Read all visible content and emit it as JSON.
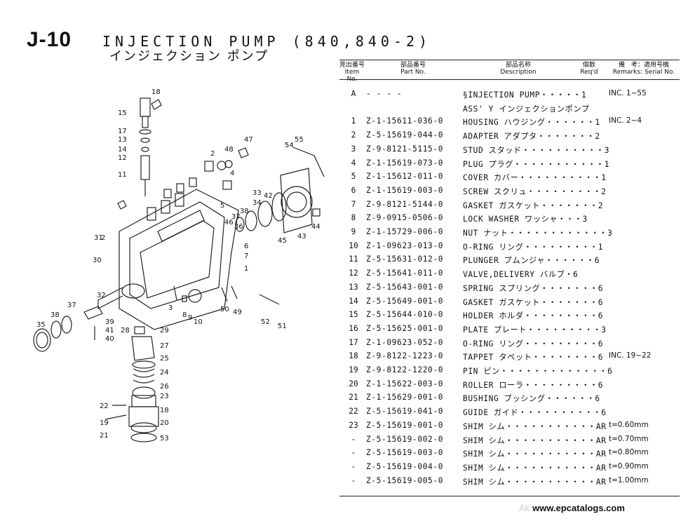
{
  "header": {
    "code": "J-10",
    "title_en": "INJECTION PUMP (840,840-2)",
    "title_jp": "インジェクション ポンプ"
  },
  "table_header": {
    "item_jp": "見出番号",
    "item_en": "Item No.",
    "part_jp": "部品番号",
    "part_en": "Part No.",
    "desc_jp": "部品名称",
    "desc_en": "Description",
    "qty_jp": "個数",
    "qty_en": "Req'd",
    "rem_jp": "備　考：適用号機",
    "rem_en": "Remarks: Serial No."
  },
  "rows": [
    {
      "item": "A",
      "part": "- - - -",
      "desc": "§INJECTION PUMP・・・・・1",
      "remark": "INC. 1~55"
    },
    {
      "item": "",
      "part": "",
      "desc": "ASS' Y インジェクションポンプ",
      "remark": ""
    },
    {
      "item": "1",
      "part": "Z-1-15611-036-0",
      "desc": "HOUSING ハウジング・・・・・・1",
      "remark": "INC. 2~4"
    },
    {
      "item": "2",
      "part": "Z-5-15619-044-0",
      "desc": "ADAPTER アダプタ・・・・・・・2",
      "remark": ""
    },
    {
      "item": "3",
      "part": "Z-9-8121-5115-0",
      "desc": "STUD スタッド・・・・・・・・・・3",
      "remark": ""
    },
    {
      "item": "4",
      "part": "Z-1-15619-073-0",
      "desc": "PLUG プラグ・・・・・・・・・・・1",
      "remark": ""
    },
    {
      "item": "5",
      "part": "Z-1-15612-011-0",
      "desc": "COVER カバー・・・・・・・・・・1",
      "remark": ""
    },
    {
      "item": "6",
      "part": "Z-1-15619-003-0",
      "desc": "SCREW スクリュ・・・・・・・・・2",
      "remark": ""
    },
    {
      "item": "7",
      "part": "Z-9-8121-5144-0",
      "desc": "GASKET ガスケット・・・・・・・2",
      "remark": ""
    },
    {
      "item": "8",
      "part": "Z-9-0915-0506-0",
      "desc": "LOCK WASHER ワッシャ・・・3",
      "remark": ""
    },
    {
      "item": "9",
      "part": "Z-1-15729-006-0",
      "desc": "NUT ナット・・・・・・・・・・・・3",
      "remark": ""
    },
    {
      "item": "10",
      "part": "Z-1-09623-013-0",
      "desc": "O-RING リング・・・・・・・・・1",
      "remark": ""
    },
    {
      "item": "11",
      "part": "Z-5-15631-012-0",
      "desc": "PLUNGER プムンジャ・・・・・・6",
      "remark": ""
    },
    {
      "item": "12",
      "part": "Z-5-15641-011-0",
      "desc": "VALVE,DELIVERY バルブ・6",
      "remark": ""
    },
    {
      "item": "13",
      "part": "Z-5-15643-001-0",
      "desc": "SPRING スプリング・・・・・・・6",
      "remark": ""
    },
    {
      "item": "14",
      "part": "Z-5-15649-001-0",
      "desc": "GASKET ガスケット・・・・・・・6",
      "remark": ""
    },
    {
      "item": "15",
      "part": "Z-5-15644-010-0",
      "desc": "HOLDER ホルダ・・・・・・・・・6",
      "remark": ""
    },
    {
      "item": "16",
      "part": "Z-5-15625-001-0",
      "desc": "PLATE プレート・・・・・・・・・3",
      "remark": ""
    },
    {
      "item": "17",
      "part": "Z-1-09623-052-0",
      "desc": "O-RING リング・・・・・・・・・6",
      "remark": ""
    },
    {
      "item": "18",
      "part": "Z-9-8122-1223-0",
      "desc": "TAPPET タペット・・・・・・・・6",
      "remark": "INC. 19~22"
    },
    {
      "item": "19",
      "part": "Z-9-8122-1220-0",
      "desc": "PIN ピン・・・・・・・・・・・・・6",
      "remark": ""
    },
    {
      "item": "20",
      "part": "Z-1-15622-003-0",
      "desc": "ROLLER ローラ・・・・・・・・・6",
      "remark": ""
    },
    {
      "item": "21",
      "part": "Z-1-15629-001-0",
      "desc": "BUSHING ブッシング・・・・・・6",
      "remark": ""
    },
    {
      "item": "22",
      "part": "Z-5-15619-041-0",
      "desc": "GUIDE ガイド・・・・・・・・・・6",
      "remark": ""
    },
    {
      "item": "23",
      "part": "Z-5-15619-001-0",
      "desc": "SHIM シム・・・・・・・・・・・AR",
      "remark": "t=0.60mm"
    },
    {
      "item": "-",
      "part": "Z-5-15619-002-0",
      "desc": "SHIM シム・・・・・・・・・・・AR",
      "remark": "t=0.70mm"
    },
    {
      "item": "-",
      "part": "Z-5-15619-003-0",
      "desc": "SHIM シム・・・・・・・・・・・AR",
      "remark": "t=0.80mm"
    },
    {
      "item": "-",
      "part": "Z-5-15619-004-0",
      "desc": "SHIM シム・・・・・・・・・・・AR",
      "remark": "t=0.90mm"
    },
    {
      "item": "-",
      "part": "Z-5-15619-005-0",
      "desc": "SHIM シム・・・・・・・・・・・AR",
      "remark": "t=1.00mm"
    }
  ],
  "diagram_callouts": [
    "18",
    "15",
    "17",
    "13",
    "14",
    "12",
    "11",
    "2",
    "48",
    "47",
    "55",
    "54",
    "4",
    "33",
    "34",
    "42",
    "5",
    "37",
    "38",
    "46",
    "36",
    "6",
    "7",
    "44",
    "43",
    "45",
    "31",
    "30",
    "1",
    "32",
    "3",
    "8",
    "9",
    "10",
    "50",
    "49",
    "52",
    "51",
    "37",
    "38",
    "35",
    "39",
    "41",
    "40",
    "28",
    "29",
    "27",
    "25",
    "24",
    "26",
    "23",
    "22",
    "18",
    "19",
    "20",
    "21",
    "53"
  ],
  "watermark": {
    "ghost": "Ak",
    "site": "www.epcatalogs.com"
  }
}
